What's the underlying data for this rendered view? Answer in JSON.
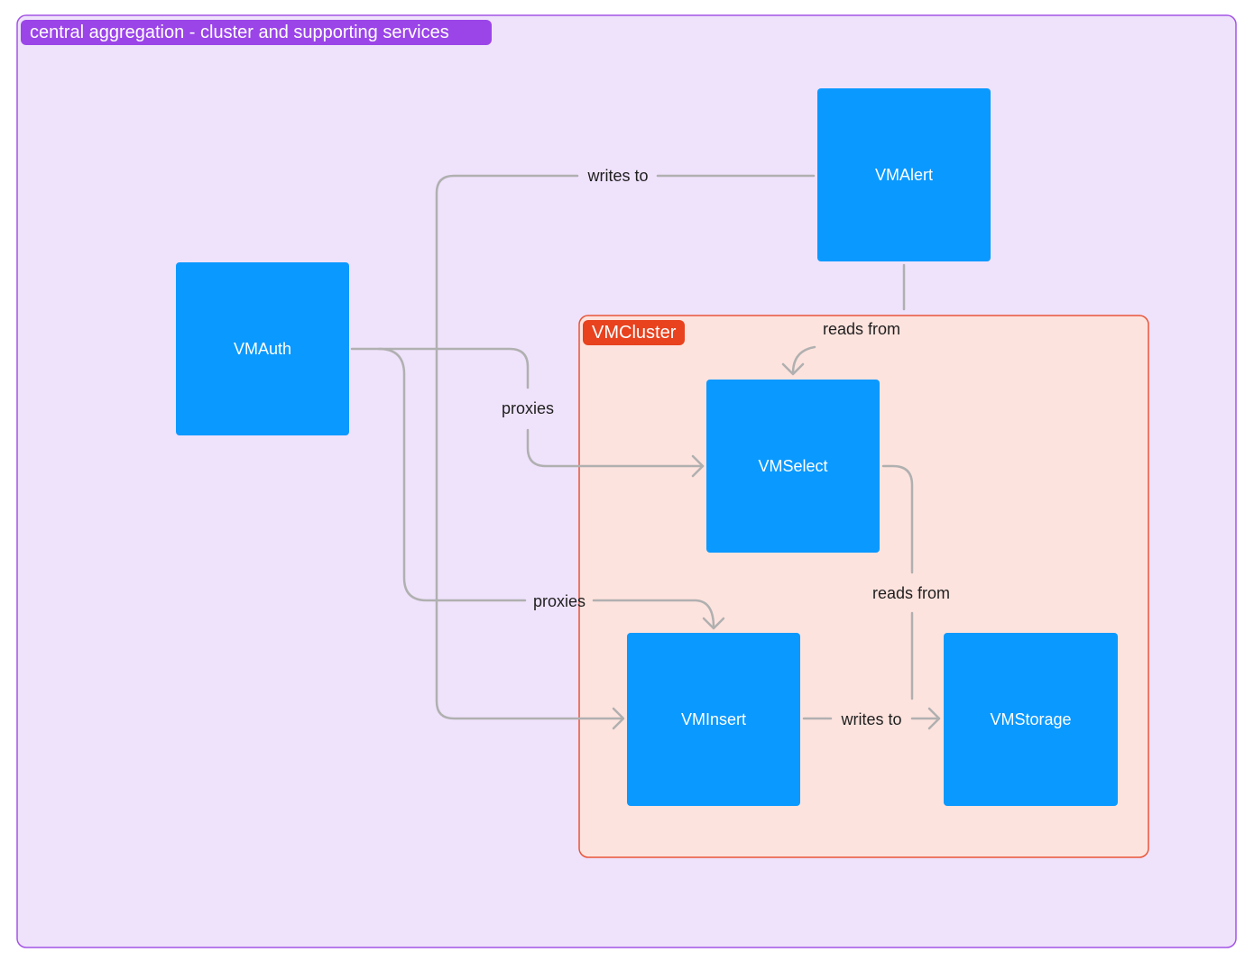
{
  "colors": {
    "outer_fill": "#efe2fb",
    "outer_border": "#a455e6",
    "outer_tag": "#9b45e8",
    "cluster_fill": "#fde3de",
    "cluster_border": "#e8553a",
    "cluster_tag": "#e8421f",
    "node": "#0a99ff",
    "edge": "#b0b0b0"
  },
  "groups": {
    "outer": {
      "title": "central aggregation - cluster and supporting services"
    },
    "cluster": {
      "title": "VMCluster"
    }
  },
  "nodes": {
    "vmalert": "VMAlert",
    "vmauth": "VMAuth",
    "vmselect": "VMSelect",
    "vminsert": "VMInsert",
    "vmstorage": "VMStorage"
  },
  "edges": [
    {
      "from": "VMAlert",
      "to": "VMInsert",
      "label": "writes to"
    },
    {
      "from": "VMAlert",
      "to": "VMSelect",
      "label": "reads from"
    },
    {
      "from": "VMAuth",
      "to": "VMSelect",
      "label": "proxies"
    },
    {
      "from": "VMAuth",
      "to": "VMInsert",
      "label": "proxies"
    },
    {
      "from": "VMSelect",
      "to": "VMStorage",
      "label": "reads from"
    },
    {
      "from": "VMInsert",
      "to": "VMStorage",
      "label": "writes to"
    }
  ]
}
